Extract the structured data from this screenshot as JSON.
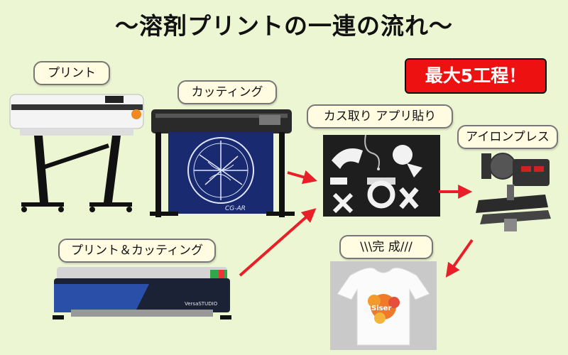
{
  "title": "〜溶剤プリントの一連の流れ〜",
  "badge": "最大5工程！",
  "steps": {
    "print": "プリント",
    "cutting": "カッティング",
    "weeding": "カス取り アプリ貼り",
    "press": "アイロンプレス",
    "print_cut": "プリント＆カッティング",
    "complete": "\\\\\\完 成///"
  },
  "product": {
    "cutter_brand": "CG-AR",
    "printcut_brand": "VersaSTUDIO",
    "shirt_logo": "Siser"
  },
  "colors": {
    "arrow": "#e81e28",
    "badge": "#ee1111",
    "background": "#edf6d2"
  }
}
